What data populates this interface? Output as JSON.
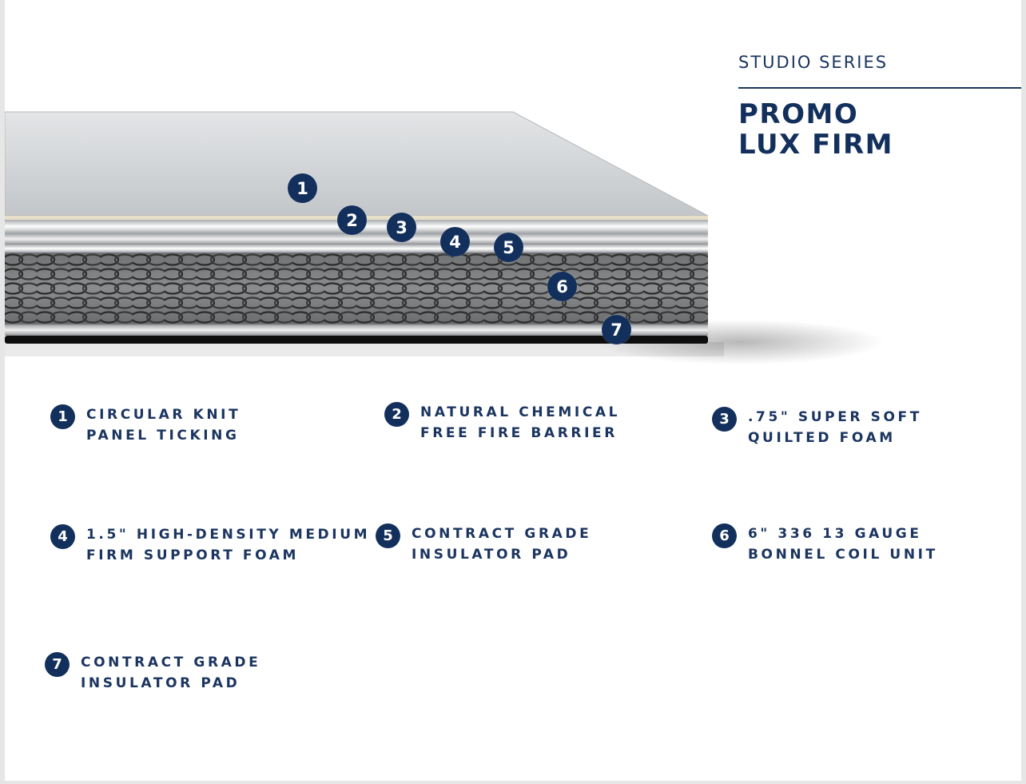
{
  "header": {
    "series": "STUDIO SERIES",
    "title_line1": "PROMO",
    "title_line2": "LUX FIRM"
  },
  "colors": {
    "navy": "#13305d",
    "text": "#1b3560",
    "top_surface": "#cfd2d5",
    "coil_dark": "#2e2e2e"
  },
  "callouts": [
    "1",
    "2",
    "3",
    "4",
    "5",
    "6",
    "7"
  ],
  "features": [
    {
      "number": "1",
      "line1": "CIRCULAR KNIT",
      "line2": "PANEL TICKING"
    },
    {
      "number": "2",
      "line1": "NATURAL CHEMICAL",
      "line2": "FREE FIRE BARRIER"
    },
    {
      "number": "3",
      "line1": ".75\" SUPER SOFT",
      "line2": "QUILTED FOAM"
    },
    {
      "number": "4",
      "line1": "1.5\" HIGH-DENSITY MEDIUM",
      "line2": "FIRM SUPPORT FOAM"
    },
    {
      "number": "5",
      "line1": "CONTRACT GRADE",
      "line2": "INSULATOR PAD"
    },
    {
      "number": "6",
      "line1": "6\" 336 13 GAUGE",
      "line2": "BONNEL COIL UNIT"
    },
    {
      "number": "7",
      "line1": "CONTRACT GRADE",
      "line2": "INSULATOR PAD"
    }
  ]
}
